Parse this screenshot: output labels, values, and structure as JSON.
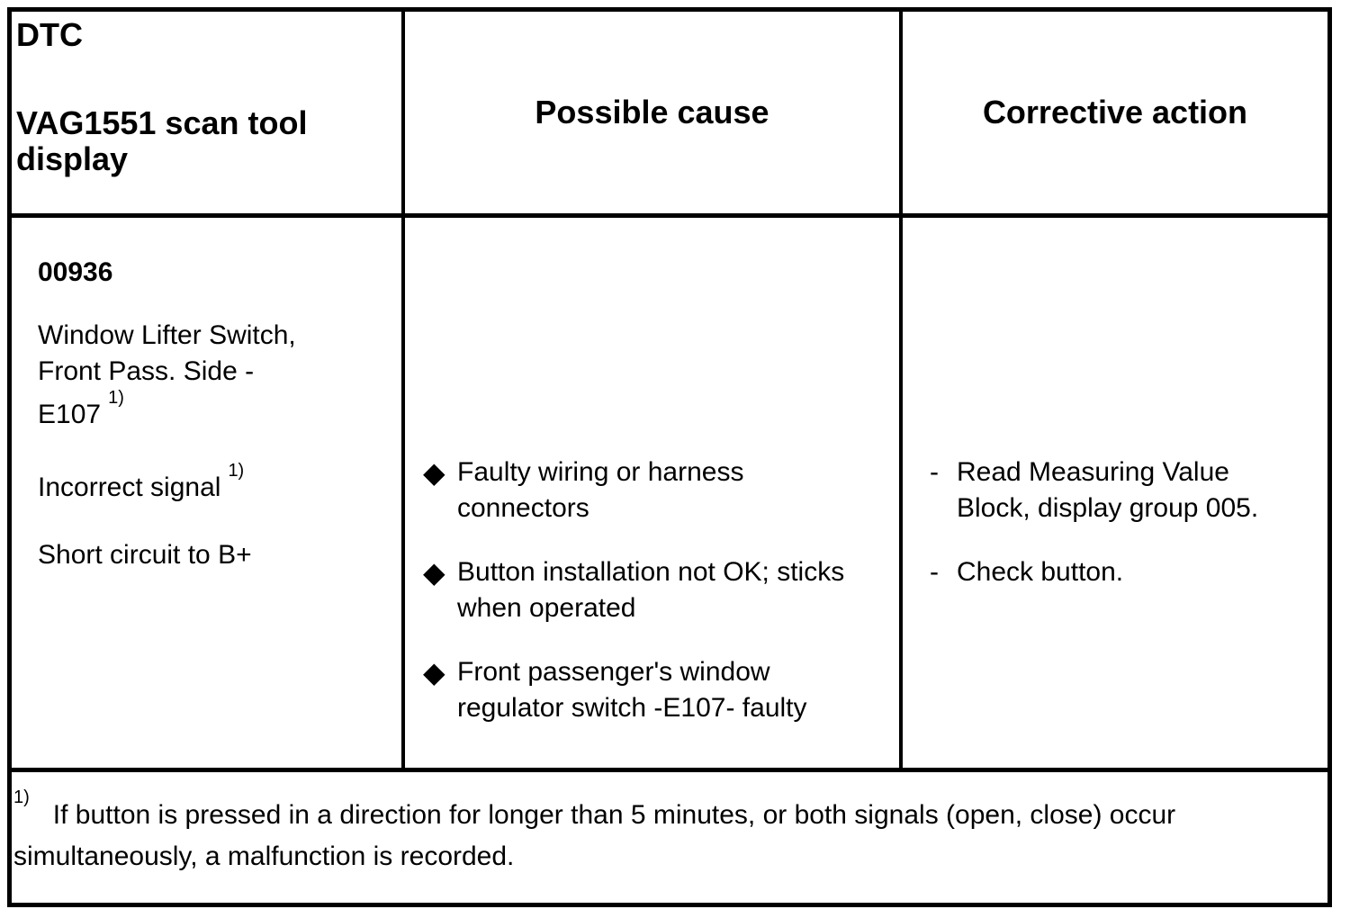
{
  "table": {
    "header": {
      "dtc_label": "DTC",
      "scan_tool_line_1": "VAG1551 scan tool",
      "scan_tool_line_2": "display",
      "possible_cause": "Possible cause",
      "corrective_action": "Corrective action"
    },
    "row": {
      "dtc_code": "00936",
      "dtc_name_line_1": "Window Lifter Switch,",
      "dtc_name_line_2": "Front Pass. Side -",
      "dtc_name_line_3": "E107",
      "symptom_1": "Incorrect signal",
      "symptom_2": "Short circuit to B+",
      "possible_causes": [
        "Faulty wiring or harness connectors",
        "Button installation not OK; sticks when operated",
        "Front passenger's window regulator switch -E107- faulty"
      ],
      "corrective_actions": [
        "Read Measuring Value Block, display group 005.",
        "Check button."
      ]
    },
    "footnote": {
      "marker": "1)",
      "text": "If button is pressed in a direction for longer than 5 minutes, or both signals (open, close) occur simultaneously, a malfunction is recorded."
    },
    "glyphs": {
      "diamond_bullet": "◆",
      "dash_bullet": "-",
      "superscript_marker": "1)"
    },
    "colors": {
      "text": "#000000",
      "border": "#000000",
      "background": "#ffffff"
    }
  }
}
